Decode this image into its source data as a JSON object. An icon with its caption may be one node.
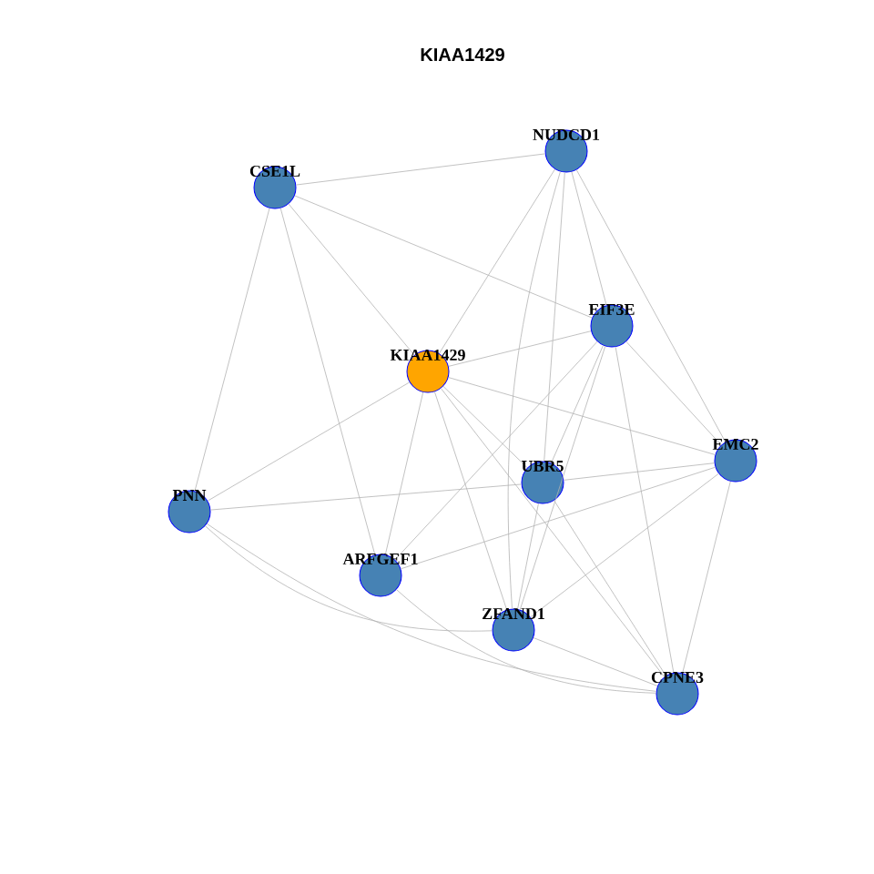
{
  "diagram": {
    "title": "KIAA1429",
    "nodes": [
      {
        "text": [
          "NUDCD1"
        ]
      },
      {
        "text": [
          "CSE1L"
        ]
      },
      {
        "text": [
          "EIF3E"
        ]
      },
      {
        "text": [
          "KIAA1429"
        ]
      },
      {
        "text": [
          "EMC2"
        ]
      },
      {
        "text": [
          "UBR5"
        ]
      },
      {
        "text": [
          "PNN"
        ]
      },
      {
        "text": [
          "ARFGEF1"
        ]
      },
      {
        "text": [
          "ZFAND1"
        ]
      },
      {
        "text": [
          "CPNE3"
        ]
      }
    ],
    "edges": [
      {
        "from": 1,
        "to": 0,
        "arrow": "none"
      },
      {
        "from": 1,
        "to": 2,
        "arrow": "none"
      },
      {
        "from": 1,
        "to": 3,
        "arrow": "none"
      },
      {
        "from": 1,
        "to": 6,
        "arrow": "none"
      },
      {
        "from": 1,
        "to": 7,
        "arrow": "none"
      },
      {
        "from": 0,
        "to": 3,
        "arrow": "none"
      },
      {
        "from": 0,
        "to": 2,
        "arrow": "none"
      },
      {
        "from": 0,
        "to": 4,
        "arrow": "none"
      },
      {
        "from": 0,
        "to": 5,
        "arrow": "none"
      },
      {
        "from": 0,
        "to": 8,
        "arrow": "none"
      },
      {
        "from": 3,
        "to": 2,
        "arrow": "none"
      },
      {
        "from": 3,
        "to": 4,
        "arrow": "none"
      },
      {
        "from": 3,
        "to": 6,
        "arrow": "none"
      },
      {
        "from": 3,
        "to": 7,
        "arrow": "none"
      },
      {
        "from": 3,
        "to": 8,
        "arrow": "none"
      },
      {
        "from": 3,
        "to": 5,
        "arrow": "none"
      },
      {
        "from": 3,
        "to": 9,
        "arrow": "none"
      },
      {
        "from": 2,
        "to": 5,
        "arrow": "none"
      },
      {
        "from": 2,
        "to": 8,
        "arrow": "none"
      },
      {
        "from": 2,
        "to": 7,
        "arrow": "none"
      },
      {
        "from": 2,
        "to": 4,
        "arrow": "none"
      },
      {
        "from": 2,
        "to": 9,
        "arrow": "none"
      },
      {
        "from": 4,
        "to": 5,
        "arrow": "none"
      },
      {
        "from": 4,
        "to": 7,
        "arrow": "none"
      },
      {
        "from": 4,
        "to": 8,
        "arrow": "none"
      },
      {
        "from": 4,
        "to": 9,
        "arrow": "none"
      },
      {
        "from": 5,
        "to": 6,
        "arrow": "none"
      },
      {
        "from": 5,
        "to": 8,
        "arrow": "none"
      },
      {
        "from": 5,
        "to": 9,
        "arrow": "none"
      },
      {
        "from": 6,
        "to": 8,
        "arrow": "none"
      },
      {
        "from": 6,
        "to": 9,
        "arrow": "none"
      },
      {
        "from": 7,
        "to": 9,
        "arrow": "none"
      },
      {
        "from": 8,
        "to": 9,
        "arrow": "none"
      }
    ]
  }
}
